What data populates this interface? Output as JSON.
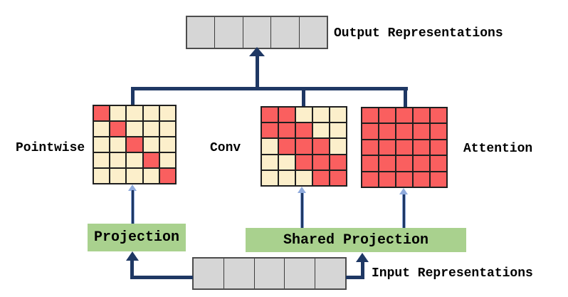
{
  "colors": {
    "red": "#FA5F5F",
    "cream": "#FCEFCB",
    "gray": "#D6D6D6",
    "green": "#A9D18E",
    "navy": "#1F3864",
    "steel": "#8FAADC",
    "grid": "#1F1F1F"
  },
  "labels": {
    "output": "Output Representations",
    "input": "Input Representations",
    "projection": "Projection",
    "shared_projection": "Shared Projection"
  },
  "output_row": {
    "cells": 5
  },
  "input_row": {
    "cells": 5
  },
  "matrices": [
    {
      "name": "pointwise",
      "label": "Pointwise",
      "grid": [
        [
          1,
          0,
          0,
          0,
          0
        ],
        [
          0,
          1,
          0,
          0,
          0
        ],
        [
          0,
          0,
          1,
          0,
          0
        ],
        [
          0,
          0,
          0,
          1,
          0
        ],
        [
          0,
          0,
          0,
          0,
          1
        ]
      ]
    },
    {
      "name": "conv",
      "label": "Conv",
      "grid": [
        [
          1,
          1,
          0,
          0,
          0
        ],
        [
          1,
          1,
          1,
          0,
          0
        ],
        [
          0,
          1,
          1,
          1,
          0
        ],
        [
          0,
          0,
          1,
          1,
          1
        ],
        [
          0,
          0,
          0,
          1,
          1
        ]
      ]
    },
    {
      "name": "attention",
      "label": "Attention",
      "grid": [
        [
          1,
          1,
          1,
          1,
          1
        ],
        [
          1,
          1,
          1,
          1,
          1
        ],
        [
          1,
          1,
          1,
          1,
          1
        ],
        [
          1,
          1,
          1,
          1,
          1
        ],
        [
          1,
          1,
          1,
          1,
          1
        ]
      ]
    }
  ]
}
